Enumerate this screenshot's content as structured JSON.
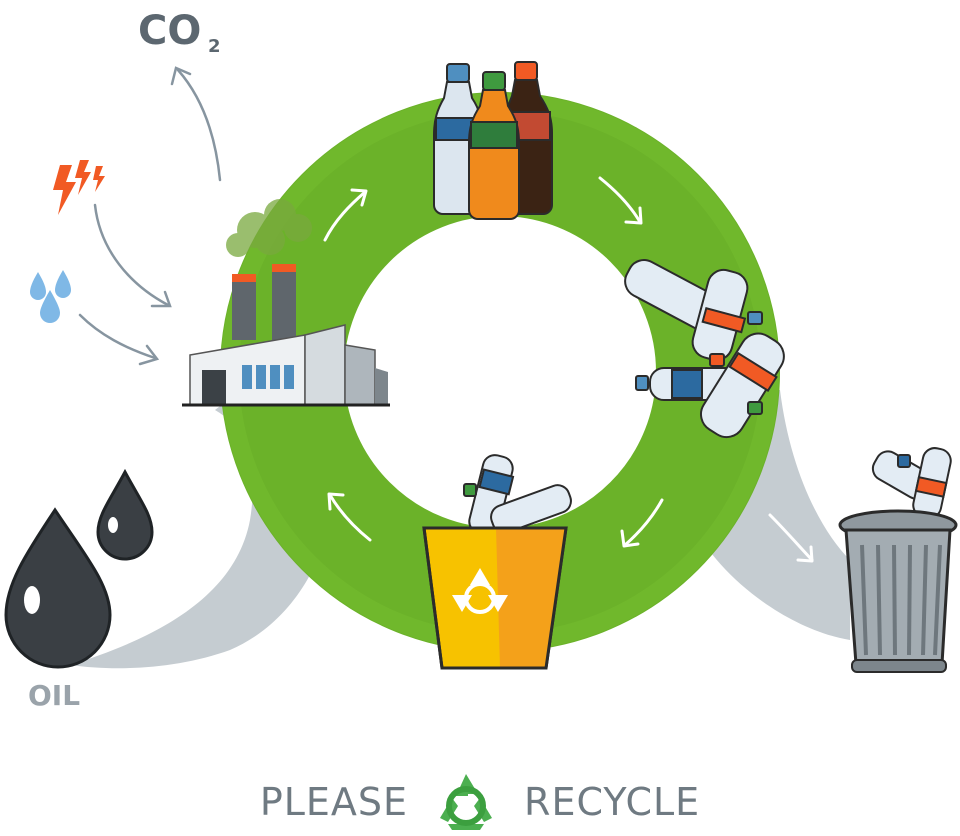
{
  "labels": {
    "co2_main": "CO",
    "co2_sub": "2",
    "oil": "OIL"
  },
  "footer": {
    "left": "PLEASE",
    "right": "RECYCLE"
  },
  "icons": [
    "co2-label",
    "lightning-icon",
    "water-drops-icon",
    "factory-icon",
    "oil-drops-icon",
    "bottles-icon",
    "crushed-bottles-icon",
    "recycle-bin-icon",
    "trash-can-icon",
    "recycle-icon"
  ],
  "colors": {
    "ring": "#6bb229",
    "flow": "#c5ccd1",
    "bin": "#f7c200",
    "text": "#6f7a82",
    "oil": "#3a3f44"
  }
}
